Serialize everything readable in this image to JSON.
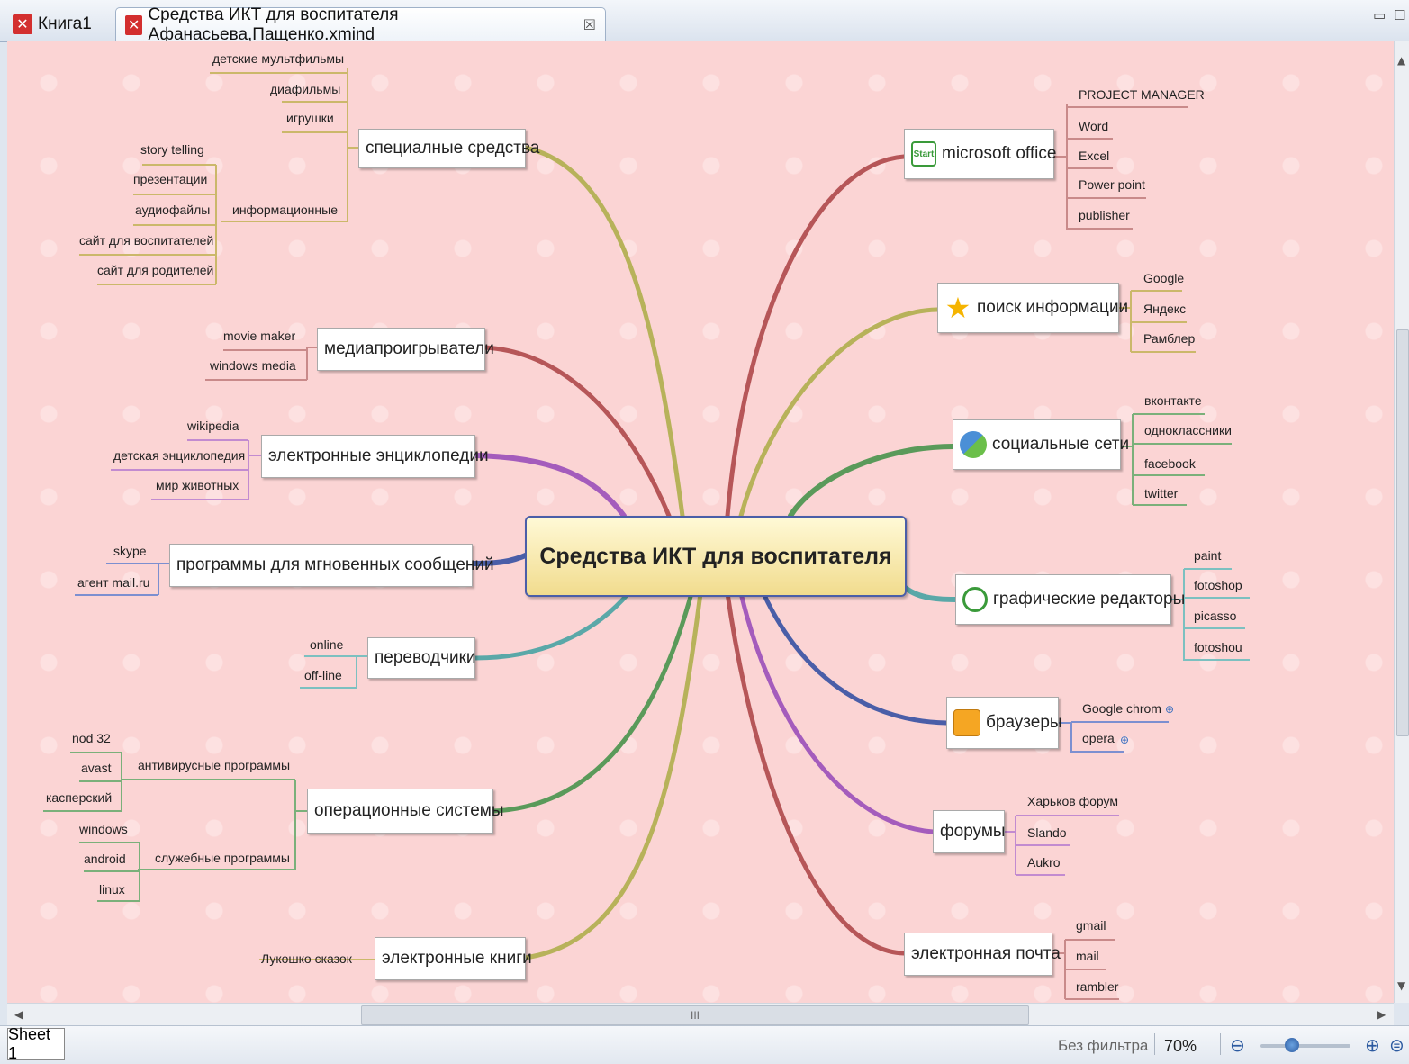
{
  "tabs": [
    {
      "label": "Книга1",
      "active": false
    },
    {
      "label": "Средства ИКТ для воспитателя Афанасьева,Пащенко.xmind",
      "active": true
    }
  ],
  "central_topic": "Средства ИКТ для воспитателя",
  "left_branches": {
    "special": {
      "label": "специалные средства",
      "children": [
        "детские мультфильмы",
        "диафильмы",
        "игрушки"
      ],
      "sub": {
        "label": "информационные",
        "children": [
          "story telling",
          "презентации",
          "аудиофайлы",
          "сайт для воспитателей",
          "сайт для родителей"
        ]
      }
    },
    "media": {
      "label": "медиапроигрыватели",
      "children": [
        "movie maker",
        "windows media"
      ]
    },
    "encyclopedias": {
      "label": "электронные энциклопедии",
      "children": [
        "wikipedia",
        "детская энциклопедия",
        "мир животных"
      ]
    },
    "messengers": {
      "label": "программы для мгновенных сообщений",
      "children": [
        "skype",
        "агент mail.ru"
      ]
    },
    "translators": {
      "label": "переводчики",
      "children": [
        "online",
        "off-line"
      ]
    },
    "os": {
      "label": "операционные системы",
      "antivirus": {
        "label": "антивирусные программы",
        "children": [
          "nod 32",
          "avast",
          "касперский"
        ]
      },
      "utility": {
        "label": "служебные программы",
        "children": [
          "windows",
          "android",
          "linux"
        ]
      }
    },
    "ebooks": {
      "label": "электронные книги",
      "children": [
        "Лукошко сказок"
      ]
    }
  },
  "right_branches": {
    "office": {
      "label": "microsoft office",
      "icon": "start-icon",
      "children": [
        "PROJECT MANAGER",
        "Word",
        "Excel",
        "Power point",
        "publisher"
      ]
    },
    "search": {
      "label": "поиск информации",
      "icon": "star-icon",
      "children": [
        "Google",
        "Яндекс",
        "Рамблер"
      ]
    },
    "social": {
      "label": "социальные сети",
      "icon": "people-icon",
      "children": [
        "вконтакте",
        "одноклассники",
        "facebook",
        "twitter"
      ]
    },
    "graphics": {
      "label": "графические редакторы",
      "icon": "clock-icon",
      "children": [
        "paint",
        "fotoshop",
        "picasso",
        "fotoshou"
      ]
    },
    "browsers": {
      "label": "браузеры",
      "icon": "envelope-icon",
      "children": [
        "Google chrom",
        "opera"
      ]
    },
    "forums": {
      "label": "форумы",
      "children": [
        "Харьков форум",
        "Slando",
        "Aukro"
      ]
    },
    "email": {
      "label": "электронная почта",
      "children": [
        "gmail",
        "mail",
        "rambler"
      ]
    }
  },
  "scroll_grip": "III",
  "status": {
    "sheet": "Sheet 1",
    "filter": "Без фильтра",
    "zoom": "70%",
    "zoom_slider_fraction": 0.35
  },
  "colors": {
    "canvas_bg": "#fbd4d4",
    "center_border": "#4a5ea8",
    "center_fill": "#f1dc8e"
  }
}
